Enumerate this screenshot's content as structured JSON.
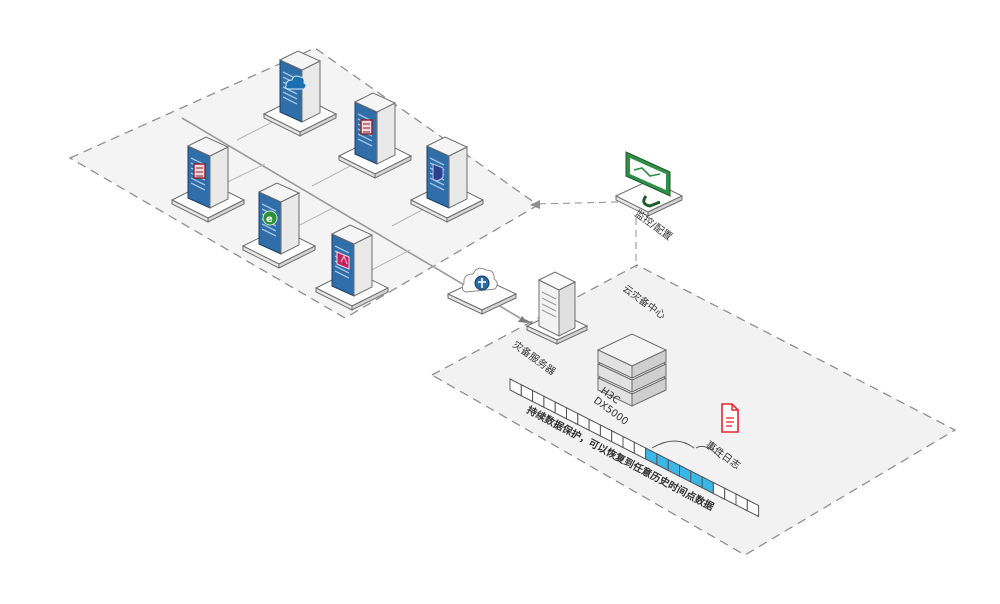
{
  "labels": {
    "monitor": "监控/配置",
    "backup_center": "云灾备中心",
    "backup_server": "灾备服务器",
    "storage_model": "H3C\nDX5000",
    "event_log": "事件日志",
    "timeline_caption": "持续数据保护，可以恢复到任意历史时间点数据"
  },
  "servers": [
    {
      "icon": "cloud-icon",
      "accent": "#1a6fb0"
    },
    {
      "icon": "database-icon",
      "accent": "#8c1f2a"
    },
    {
      "icon": "database-icon",
      "accent": "#8c1f2a"
    },
    {
      "icon": "shield-icon",
      "accent": "#2c3f8c"
    },
    {
      "icon": "internet-explorer-icon",
      "accent": "#2f8f3a"
    },
    {
      "icon": "adobe-icon",
      "accent": "#c4225c"
    }
  ],
  "timeline": {
    "cells": 22,
    "highlight_start": 12,
    "highlight_count": 6
  },
  "colors": {
    "server_blue": "#2d6aa8",
    "monitor_green": "#2e8f45",
    "log_red": "#e3252e",
    "highlight_cyan": "#3ab7e8",
    "dashed_border": "#8f8f8f"
  }
}
